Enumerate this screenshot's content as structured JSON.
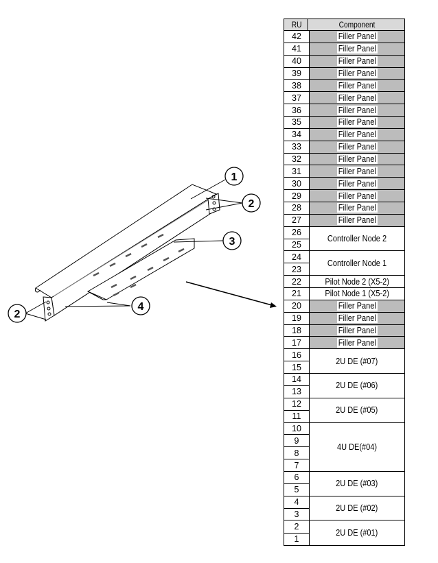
{
  "table": {
    "headers": {
      "ru": "RU",
      "component": "Component"
    },
    "groups": [
      {
        "rus": [
          "42"
        ],
        "label": "Filler Panel",
        "filler": true
      },
      {
        "rus": [
          "41"
        ],
        "label": "Filler Panel",
        "filler": true
      },
      {
        "rus": [
          "40"
        ],
        "label": "Filler Panel",
        "filler": true
      },
      {
        "rus": [
          "39"
        ],
        "label": "Filler Panel",
        "filler": true
      },
      {
        "rus": [
          "38"
        ],
        "label": "Filler Panel",
        "filler": true
      },
      {
        "rus": [
          "37"
        ],
        "label": "Filler Panel",
        "filler": true
      },
      {
        "rus": [
          "36"
        ],
        "label": "Filler Panel",
        "filler": true
      },
      {
        "rus": [
          "35"
        ],
        "label": "Filler Panel",
        "filler": true
      },
      {
        "rus": [
          "34"
        ],
        "label": "Filler Panel",
        "filler": true
      },
      {
        "rus": [
          "33"
        ],
        "label": "Filler Panel",
        "filler": true
      },
      {
        "rus": [
          "32"
        ],
        "label": "Filler Panel",
        "filler": true
      },
      {
        "rus": [
          "31"
        ],
        "label": "Filler Panel",
        "filler": true
      },
      {
        "rus": [
          "30"
        ],
        "label": "Filler Panel",
        "filler": true
      },
      {
        "rus": [
          "29"
        ],
        "label": "Filler Panel",
        "filler": true
      },
      {
        "rus": [
          "28"
        ],
        "label": "Filler Panel",
        "filler": true
      },
      {
        "rus": [
          "27"
        ],
        "label": "Filler Panel",
        "filler": true
      },
      {
        "rus": [
          "26",
          "25"
        ],
        "label": "Controller Node 2",
        "filler": false
      },
      {
        "rus": [
          "24",
          "23"
        ],
        "label": "Controller Node 1",
        "filler": false
      },
      {
        "rus": [
          "22"
        ],
        "label": "Pilot Node 2 (X5-2)",
        "filler": false
      },
      {
        "rus": [
          "21"
        ],
        "label": "Pilot Node 1 (X5-2)",
        "filler": false
      },
      {
        "rus": [
          "20"
        ],
        "label": "Filler Panel",
        "filler": true
      },
      {
        "rus": [
          "19"
        ],
        "label": "Filler Panel",
        "filler": true
      },
      {
        "rus": [
          "18"
        ],
        "label": "Filler Panel",
        "filler": true
      },
      {
        "rus": [
          "17"
        ],
        "label": "Filler Panel",
        "filler": true
      },
      {
        "rus": [
          "16",
          "15"
        ],
        "label": "2U DE (#07)",
        "filler": false
      },
      {
        "rus": [
          "14",
          "13"
        ],
        "label": "2U DE (#06)",
        "filler": false
      },
      {
        "rus": [
          "12",
          "11"
        ],
        "label": "2U DE (#05)",
        "filler": false
      },
      {
        "rus": [
          "10",
          "9",
          "8",
          "7"
        ],
        "label": "4U DE(#04)",
        "filler": false
      },
      {
        "rus": [
          "6",
          "5"
        ],
        "label": "2U DE (#03)",
        "filler": false
      },
      {
        "rus": [
          "4",
          "3"
        ],
        "label": "2U DE (#02)",
        "filler": false
      },
      {
        "rus": [
          "2",
          "1"
        ],
        "label": "2U DE (#01)",
        "filler": false
      }
    ]
  },
  "diagram": {
    "callouts": {
      "c1": "1",
      "c2a": "2",
      "c2b": "2",
      "c3": "3",
      "c4": "4"
    }
  }
}
